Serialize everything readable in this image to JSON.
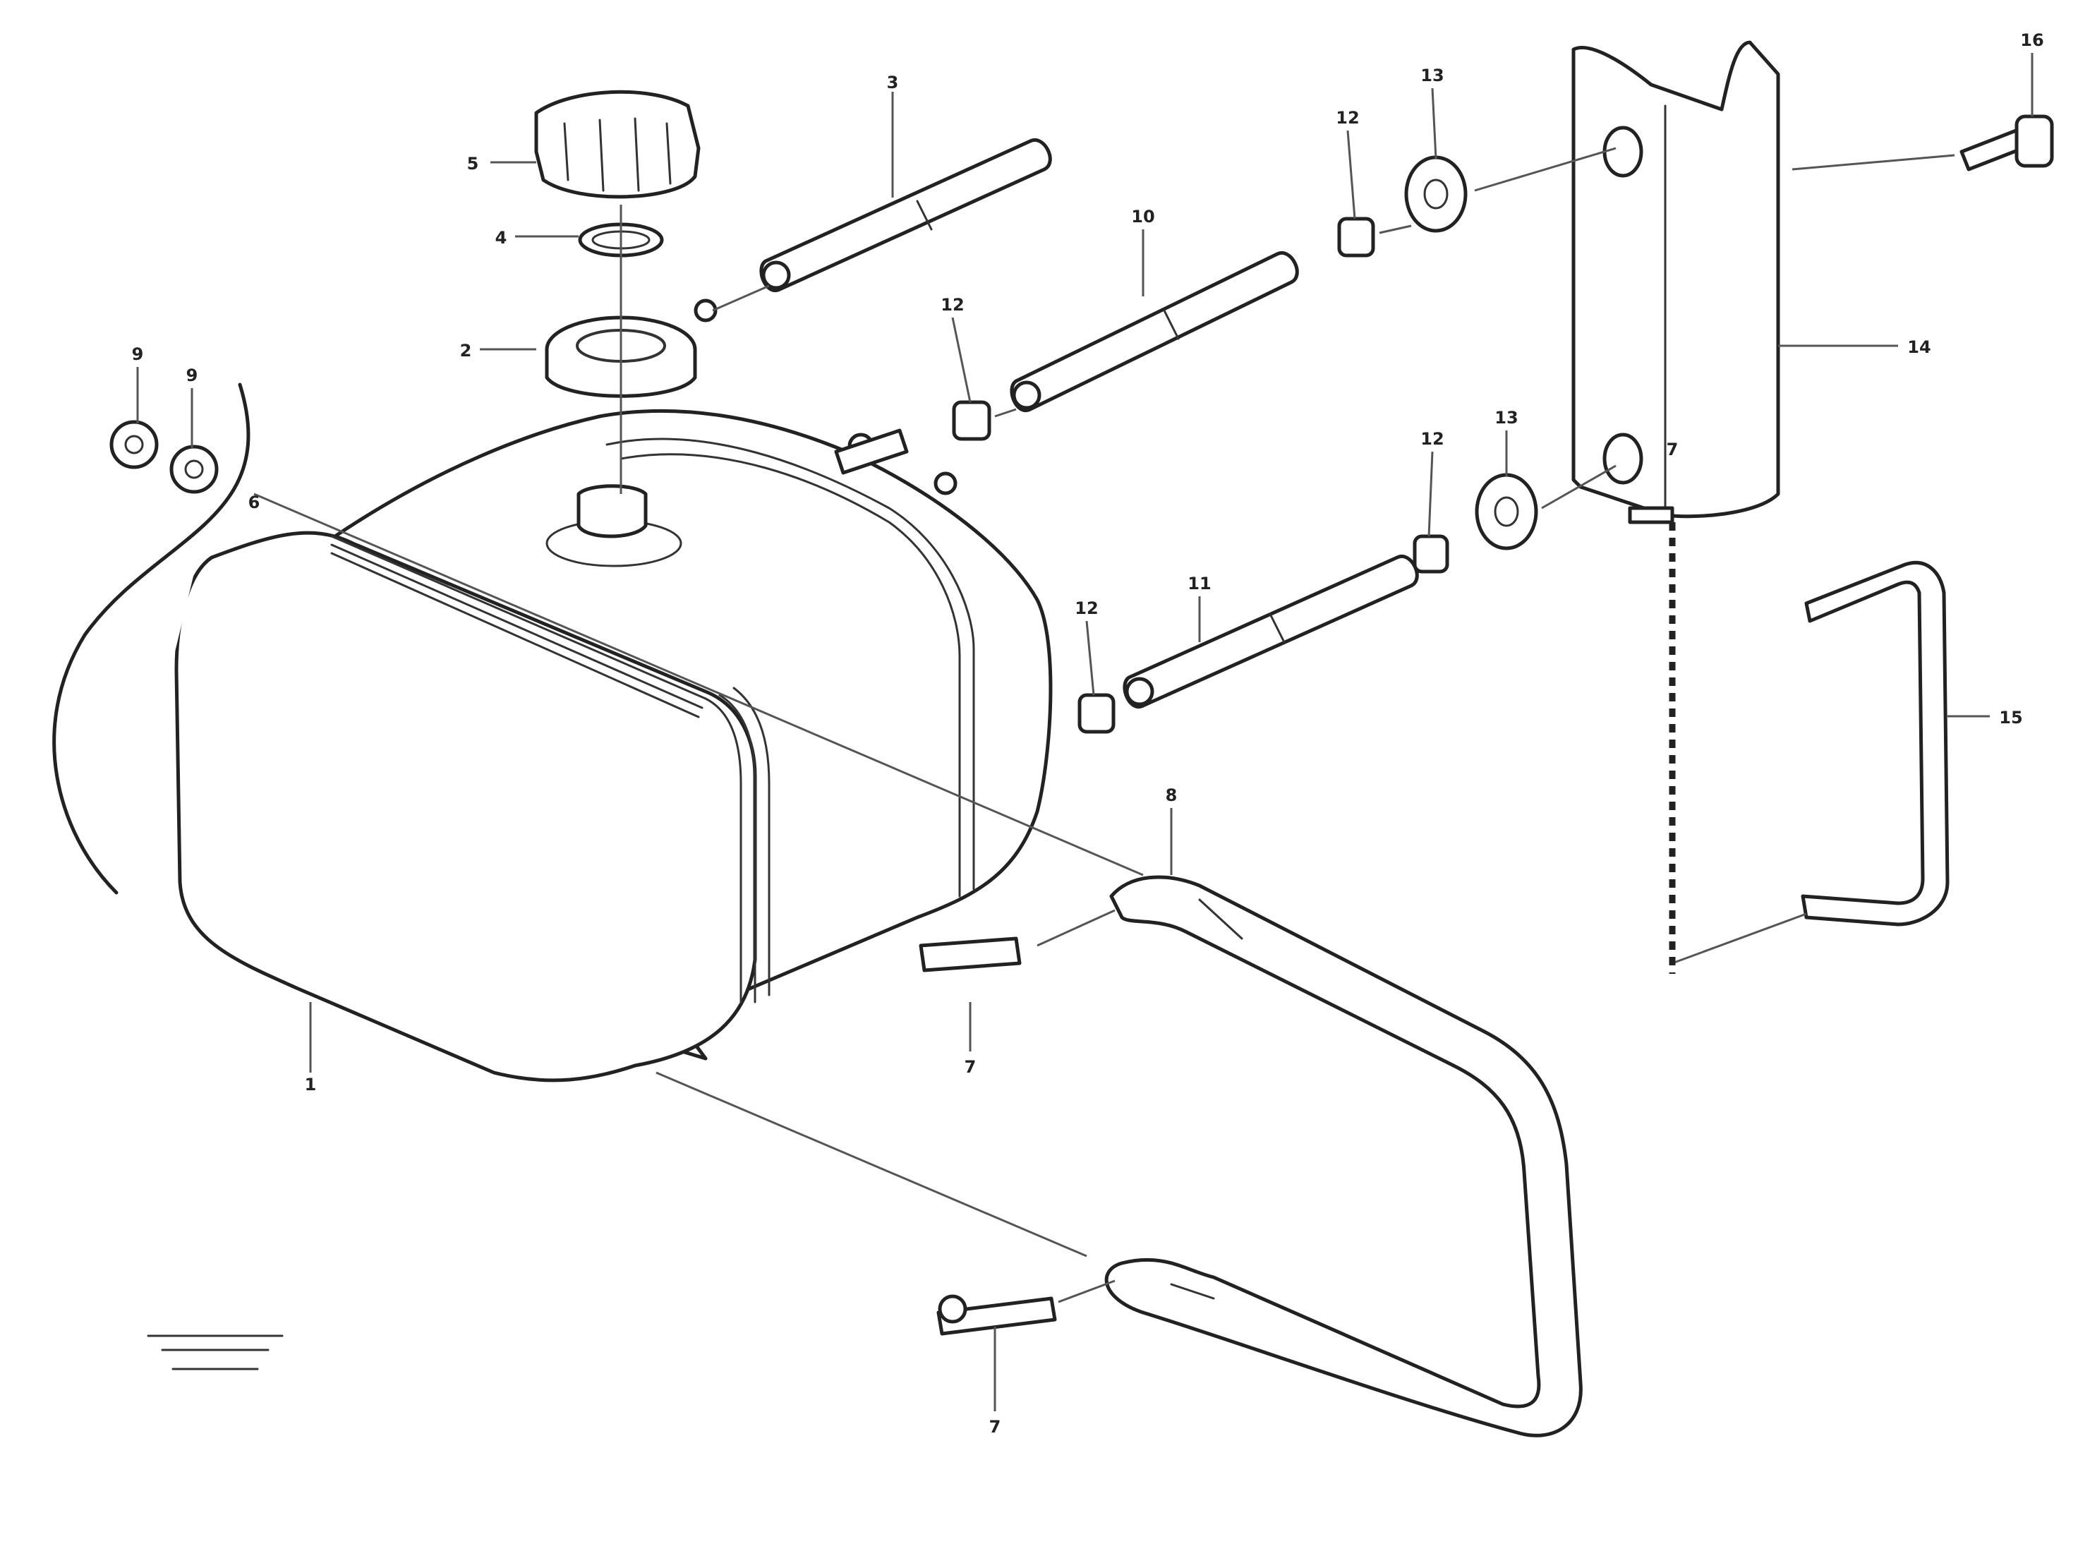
{
  "labels": {
    "l1": "1",
    "l2": "2",
    "l3": "3",
    "l4": "4",
    "l5": "5",
    "l6": "6",
    "l7a": "7",
    "l7b": "7",
    "l7c": "7",
    "l8": "8",
    "l9": "9",
    "l10": "10",
    "l11": "11",
    "l12a": "12",
    "l12b": "12",
    "l12c": "12",
    "l12d": "12",
    "l13a": "13",
    "l13b": "13",
    "l14": "14",
    "l15": "15",
    "l16": "16"
  },
  "reference": {
    "line1": "",
    "line2": "",
    "line3": ""
  }
}
